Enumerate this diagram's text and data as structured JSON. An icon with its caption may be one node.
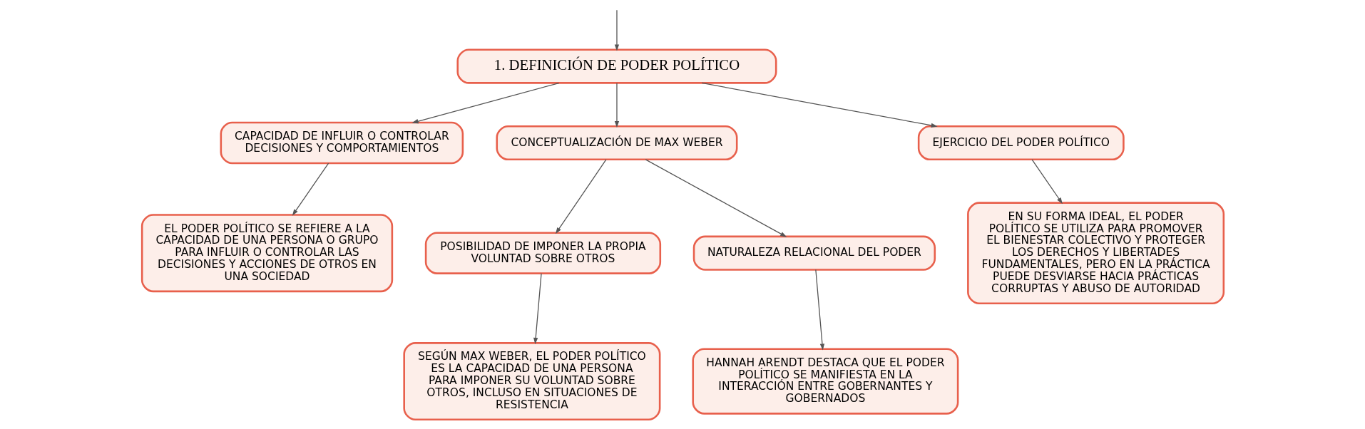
{
  "diagram": {
    "nodes": [
      {
        "text": [
          "1. DEFINICIÓN DE PODER POLÍTICO"
        ]
      },
      {
        "text": [
          "CAPACIDAD DE INFLUIR O CONTROLAR DECISIONES Y COMPORTAMIENTOS"
        ]
      },
      {
        "text": [
          "CONCEPTUALIZACIÓN DE MAX WEBER"
        ]
      },
      {
        "text": [
          "EJERCICIO DEL PODER POLÍTICO"
        ]
      },
      {
        "text": [
          "EL PODER POLÍTICO SE REFIERE A LA CAPACIDAD DE UNA PERSONA O GRUPO PARA INFLUIR O CONTROLAR LAS DECISIONES Y ACCIONES DE OTROS EN UNA SOCIEDAD"
        ]
      },
      {
        "text": [
          "POSIBILIDAD DE IMPONER LA PROPIA VOLUNTAD SOBRE OTROS"
        ]
      },
      {
        "text": [
          "NATURALEZA RELACIONAL DEL PODER"
        ]
      },
      {
        "text": [
          "SEGÚN MAX WEBER, EL PODER POLÍTICO ES LA CAPACIDAD DE UNA PERSONA PARA IMPONER SU VOLUNTAD SOBRE OTROS, INCLUSO EN SITUACIONES DE RESISTENCIA"
        ]
      },
      {
        "text": [
          "HANNAH ARENDT DESTACA QUE EL PODER POLÍTICO SE MANIFIESTA EN LA INTERACCIÓN ENTRE GOBERNANTES Y GOBERNADOS"
        ]
      },
      {
        "text": [
          "EN SU FORMA IDEAL, EL PODER POLÍTICO SE UTILIZA PARA PROMOVER EL BIENESTAR COLECTIVO Y PROTEGER LOS DERECHOS Y LIBERTADES FUNDAMENTALES, PERO EN LA PRÁCTICA PUEDE DESVIARSE HACIA PRÁCTICAS CORRUPTAS Y ABUSO DE AUTORIDAD"
        ]
      }
    ],
    "edges": [
      {
        "from": null,
        "to": 0,
        "arrow": "to"
      },
      {
        "from": 0,
        "to": 1,
        "arrow": "to"
      },
      {
        "from": 0,
        "to": 2,
        "arrow": "to"
      },
      {
        "from": 0,
        "to": 3,
        "arrow": "to"
      },
      {
        "from": 1,
        "to": 4,
        "arrow": "to"
      },
      {
        "from": 2,
        "to": 5,
        "arrow": "to"
      },
      {
        "from": 2,
        "to": 6,
        "arrow": "to"
      },
      {
        "from": 5,
        "to": 7,
        "arrow": "to"
      },
      {
        "from": 6,
        "to": 8,
        "arrow": "to"
      },
      {
        "from": 3,
        "to": 9,
        "arrow": "to"
      }
    ]
  }
}
